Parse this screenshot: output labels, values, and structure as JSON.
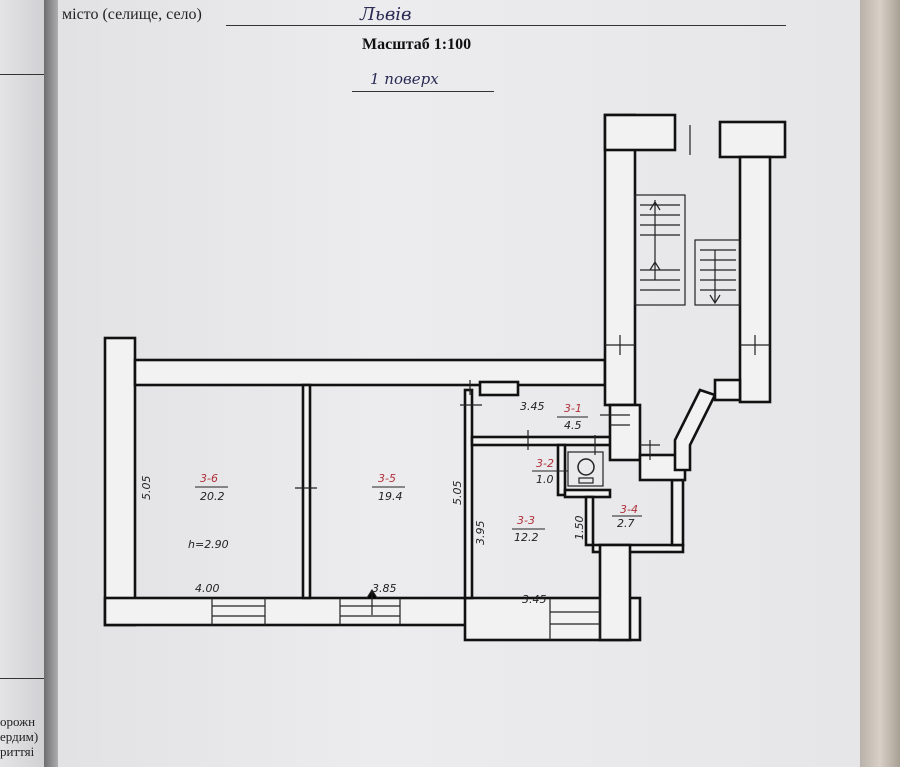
{
  "header": {
    "label": "місто (селище, село)",
    "city": "Львів"
  },
  "scale": "Масштаб 1:100",
  "floor": "1 поверх",
  "left_page_fragments": [
    "орожн",
    "ердим)",
    "риттяі"
  ],
  "rooms": [
    {
      "id": "3-6",
      "area": "20.2"
    },
    {
      "id": "3-5",
      "area": "19.4"
    },
    {
      "id": "3-1",
      "area": "4.5"
    },
    {
      "id": "3-2",
      "area": "1.0"
    },
    {
      "id": "3-3",
      "area": "12.2"
    },
    {
      "id": "3-4",
      "area": "2.7"
    }
  ],
  "dimensions": {
    "r36_height": "5.05",
    "r36_width": "4.00",
    "ceiling": "h=2.90",
    "r35_height": "5.05",
    "r35_width": "3.85",
    "r31_width": "3.45",
    "r33_height": "3.95",
    "r33_width": "3.45",
    "r34_height": "1.50"
  }
}
